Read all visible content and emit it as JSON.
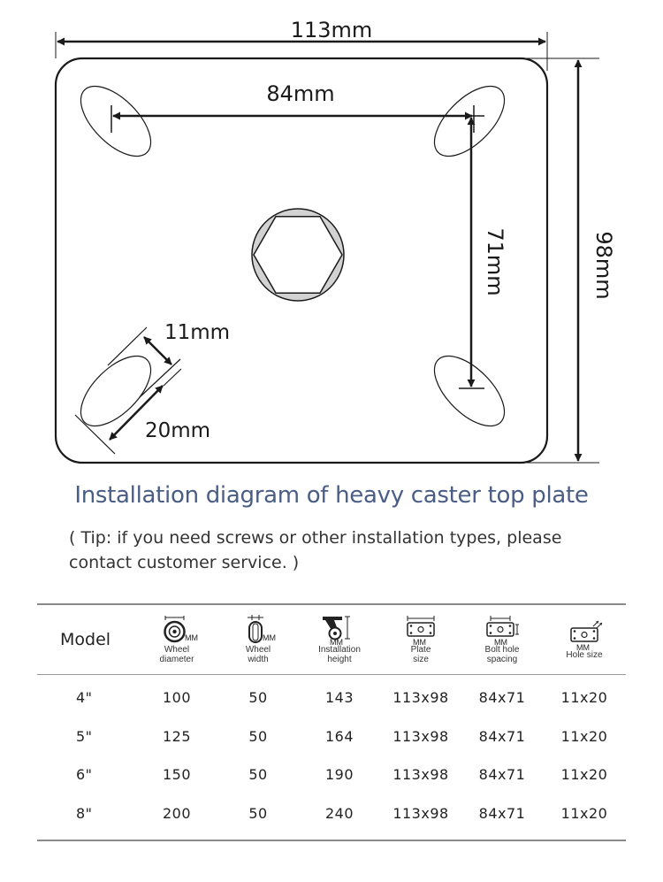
{
  "diagram": {
    "width_label": "113mm",
    "height_label": "98mm",
    "bolt_h_label": "84mm",
    "bolt_v_label": "71mm",
    "slot_width_label": "11mm",
    "slot_length_label": "20mm"
  },
  "title": "Installation diagram of heavy caster top plate",
  "tip": "( Tip:  if you need screws or other installation types, please contact customer service. )",
  "table": {
    "model_header": "Model",
    "unit": "MM",
    "headers": [
      {
        "label_lines": [
          "Wheel",
          "diameter"
        ],
        "icon": "wheel-diameter-icon",
        "unit": true
      },
      {
        "label_lines": [
          "Wheel",
          "width"
        ],
        "icon": "wheel-width-icon",
        "unit": true
      },
      {
        "label_lines": [
          "Installation",
          "height"
        ],
        "icon": "installation-height-icon",
        "unit": true
      },
      {
        "label_lines": [
          "Plate",
          "size"
        ],
        "icon": "plate-size-icon",
        "unit": true
      },
      {
        "label_lines": [
          "Bolt hole",
          "spacing"
        ],
        "icon": "bolt-hole-spacing-icon",
        "unit": true
      },
      {
        "label_lines": [
          "Hole size"
        ],
        "icon": "hole-size-icon",
        "unit": false
      }
    ],
    "rows": [
      {
        "model": "4\"",
        "wheel_diameter": "100",
        "wheel_width": "50",
        "installation_height": "143",
        "plate_size": "113x98",
        "bolt_hole_spacing": "84x71",
        "hole_size": "11x20"
      },
      {
        "model": "5\"",
        "wheel_diameter": "125",
        "wheel_width": "50",
        "installation_height": "164",
        "plate_size": "113x98",
        "bolt_hole_spacing": "84x71",
        "hole_size": "11x20"
      },
      {
        "model": "6\"",
        "wheel_diameter": "150",
        "wheel_width": "50",
        "installation_height": "190",
        "plate_size": "113x98",
        "bolt_hole_spacing": "84x71",
        "hole_size": "11x20"
      },
      {
        "model": "8\"",
        "wheel_diameter": "200",
        "wheel_width": "50",
        "installation_height": "240",
        "plate_size": "113x98",
        "bolt_hole_spacing": "84x71",
        "hole_size": "11x20"
      }
    ]
  },
  "colors": {
    "title": "#4a5d86",
    "line": "#1a1a1a",
    "hex_fill": "#cfcfcf"
  }
}
